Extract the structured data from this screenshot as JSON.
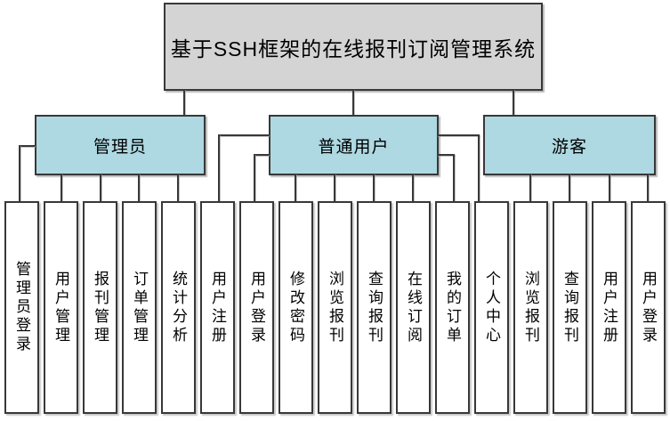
{
  "diagram": {
    "title": "基于SSH框架的在线报刊订阅管理系统",
    "colors": {
      "root_fill": "#d4d4d4",
      "role_fill": "#aed8e2",
      "leaf_fill": "#ffffff",
      "border": "#383838",
      "background": "#ffffff"
    },
    "roles": [
      {
        "label": "管理员",
        "children": [
          "管理员登录",
          "用户管理",
          "报刊管理",
          "订单管理",
          "统计分析"
        ]
      },
      {
        "label": "普通用户",
        "children": [
          "用户注册",
          "用户登录",
          "修改密码",
          "浏览报刊",
          "查询报刊",
          "在线订阅",
          "我的订单",
          "个人中心"
        ]
      },
      {
        "label": "游客",
        "children": [
          "浏览报刊",
          "查询报刊",
          "用户注册",
          "用户登录"
        ]
      }
    ]
  }
}
